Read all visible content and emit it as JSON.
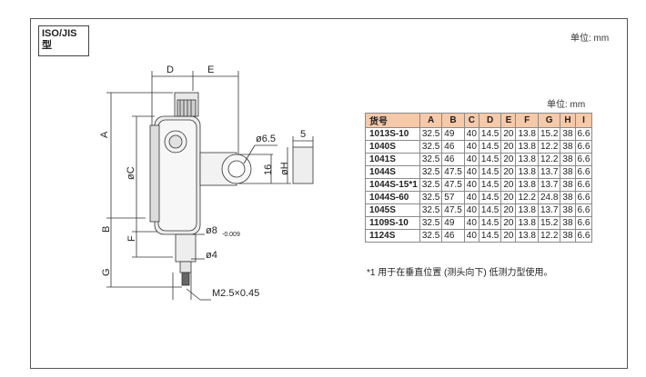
{
  "badge": {
    "line1": "ISO/JIS",
    "line2": "型"
  },
  "unit_top": "单位: mm",
  "unit_table": "单位: mm",
  "drawing_labels": {
    "d": "D",
    "e": "E",
    "a": "A",
    "c": "øC",
    "b": "B",
    "f": "F",
    "g": "G",
    "d65": "ø6.5",
    "h16": "16",
    "h": "øH",
    "five": "5",
    "stem": "ø8",
    "stem_tol": "-0.009",
    "d4": "ø4",
    "thread": "M2.5×0.45"
  },
  "table": {
    "headers": [
      "货号",
      "A",
      "B",
      "C",
      "D",
      "E",
      "F",
      "G",
      "H",
      "I"
    ],
    "rows": [
      [
        "1013S-10",
        "32.5",
        "49",
        "40",
        "14.5",
        "20",
        "13.8",
        "15.2",
        "38",
        "6.6"
      ],
      [
        "1040S",
        "32.5",
        "46",
        "40",
        "14.5",
        "20",
        "13.8",
        "12.2",
        "38",
        "6.6"
      ],
      [
        "1041S",
        "32.5",
        "46",
        "40",
        "14.5",
        "20",
        "13.8",
        "12.2",
        "38",
        "6.6"
      ],
      [
        "1044S",
        "32.5",
        "47.5",
        "40",
        "14.5",
        "20",
        "13.8",
        "13.7",
        "38",
        "6.6"
      ],
      [
        "1044S-15*1",
        "32.5",
        "47.5",
        "40",
        "14.5",
        "20",
        "13.8",
        "13.7",
        "38",
        "6.6"
      ],
      [
        "1044S-60",
        "32.5",
        "57",
        "40",
        "14.5",
        "20",
        "12.2",
        "24.8",
        "38",
        "6.6"
      ],
      [
        "1045S",
        "32.5",
        "47.5",
        "40",
        "14.5",
        "20",
        "13.8",
        "13.7",
        "38",
        "6.6"
      ],
      [
        "1109S-10",
        "32.5",
        "49",
        "40",
        "14.5",
        "20",
        "13.8",
        "15.2",
        "38",
        "6.6"
      ],
      [
        "1124S",
        "32.5",
        "46",
        "40",
        "14.5",
        "20",
        "13.8",
        "12.2",
        "38",
        "6.6"
      ]
    ]
  },
  "footnote": "*1 用于在垂直位置 (测头向下) 低测力型使用。",
  "colors": {
    "header_bg": "#f6c9a8",
    "frame": "#555555"
  }
}
